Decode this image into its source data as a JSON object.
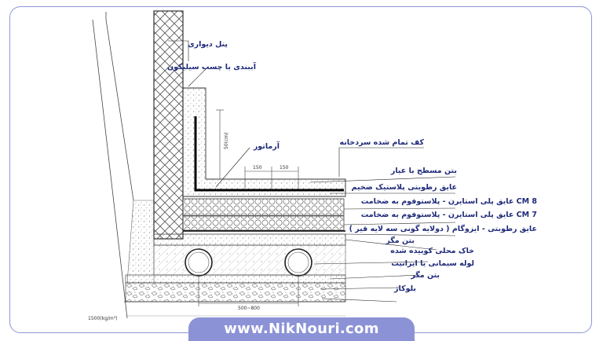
{
  "labels": {
    "panel": "پنل دیواری",
    "seal": "آببندی با چسب سیلیکون",
    "floor_finish": "کف تمام شده سردخانه",
    "rebar": "آرماتور",
    "concrete_screed": "بتن مسطح با عیار",
    "heavy_plastic": "عایق رطوبتی پلاستیک ضخیم",
    "eps_8": "عایق پلی استایرن - پلاستوفوم به ضخامت CM 8",
    "eps_7": "عایق پلی استایرن - پلاستوفوم به ضخامت CM 7",
    "isogam": "عایق رطوبتی - ایزوگام ( دولایه گونی سه لایه قیر )",
    "lean_concrete_1": "بتن مگر",
    "compacted_soil": "خاک محلی کوبیده شده",
    "pipe": "لوله سیمانی یا ایرانیت",
    "lean_concrete_2": "بتن  مگر",
    "blokaj": "بلوکاژ"
  },
  "dimensions": {
    "spacing_a": "150",
    "spacing_b": "150",
    "height": "50(cm)",
    "pipe_spacing": "500~800",
    "soil_density": "1500(kg/m³)"
  },
  "website": "www.NikNouri.com",
  "colors": {
    "frame": "#8d96d8",
    "banner": "#8b92d6",
    "label": "#1f2a7a"
  }
}
